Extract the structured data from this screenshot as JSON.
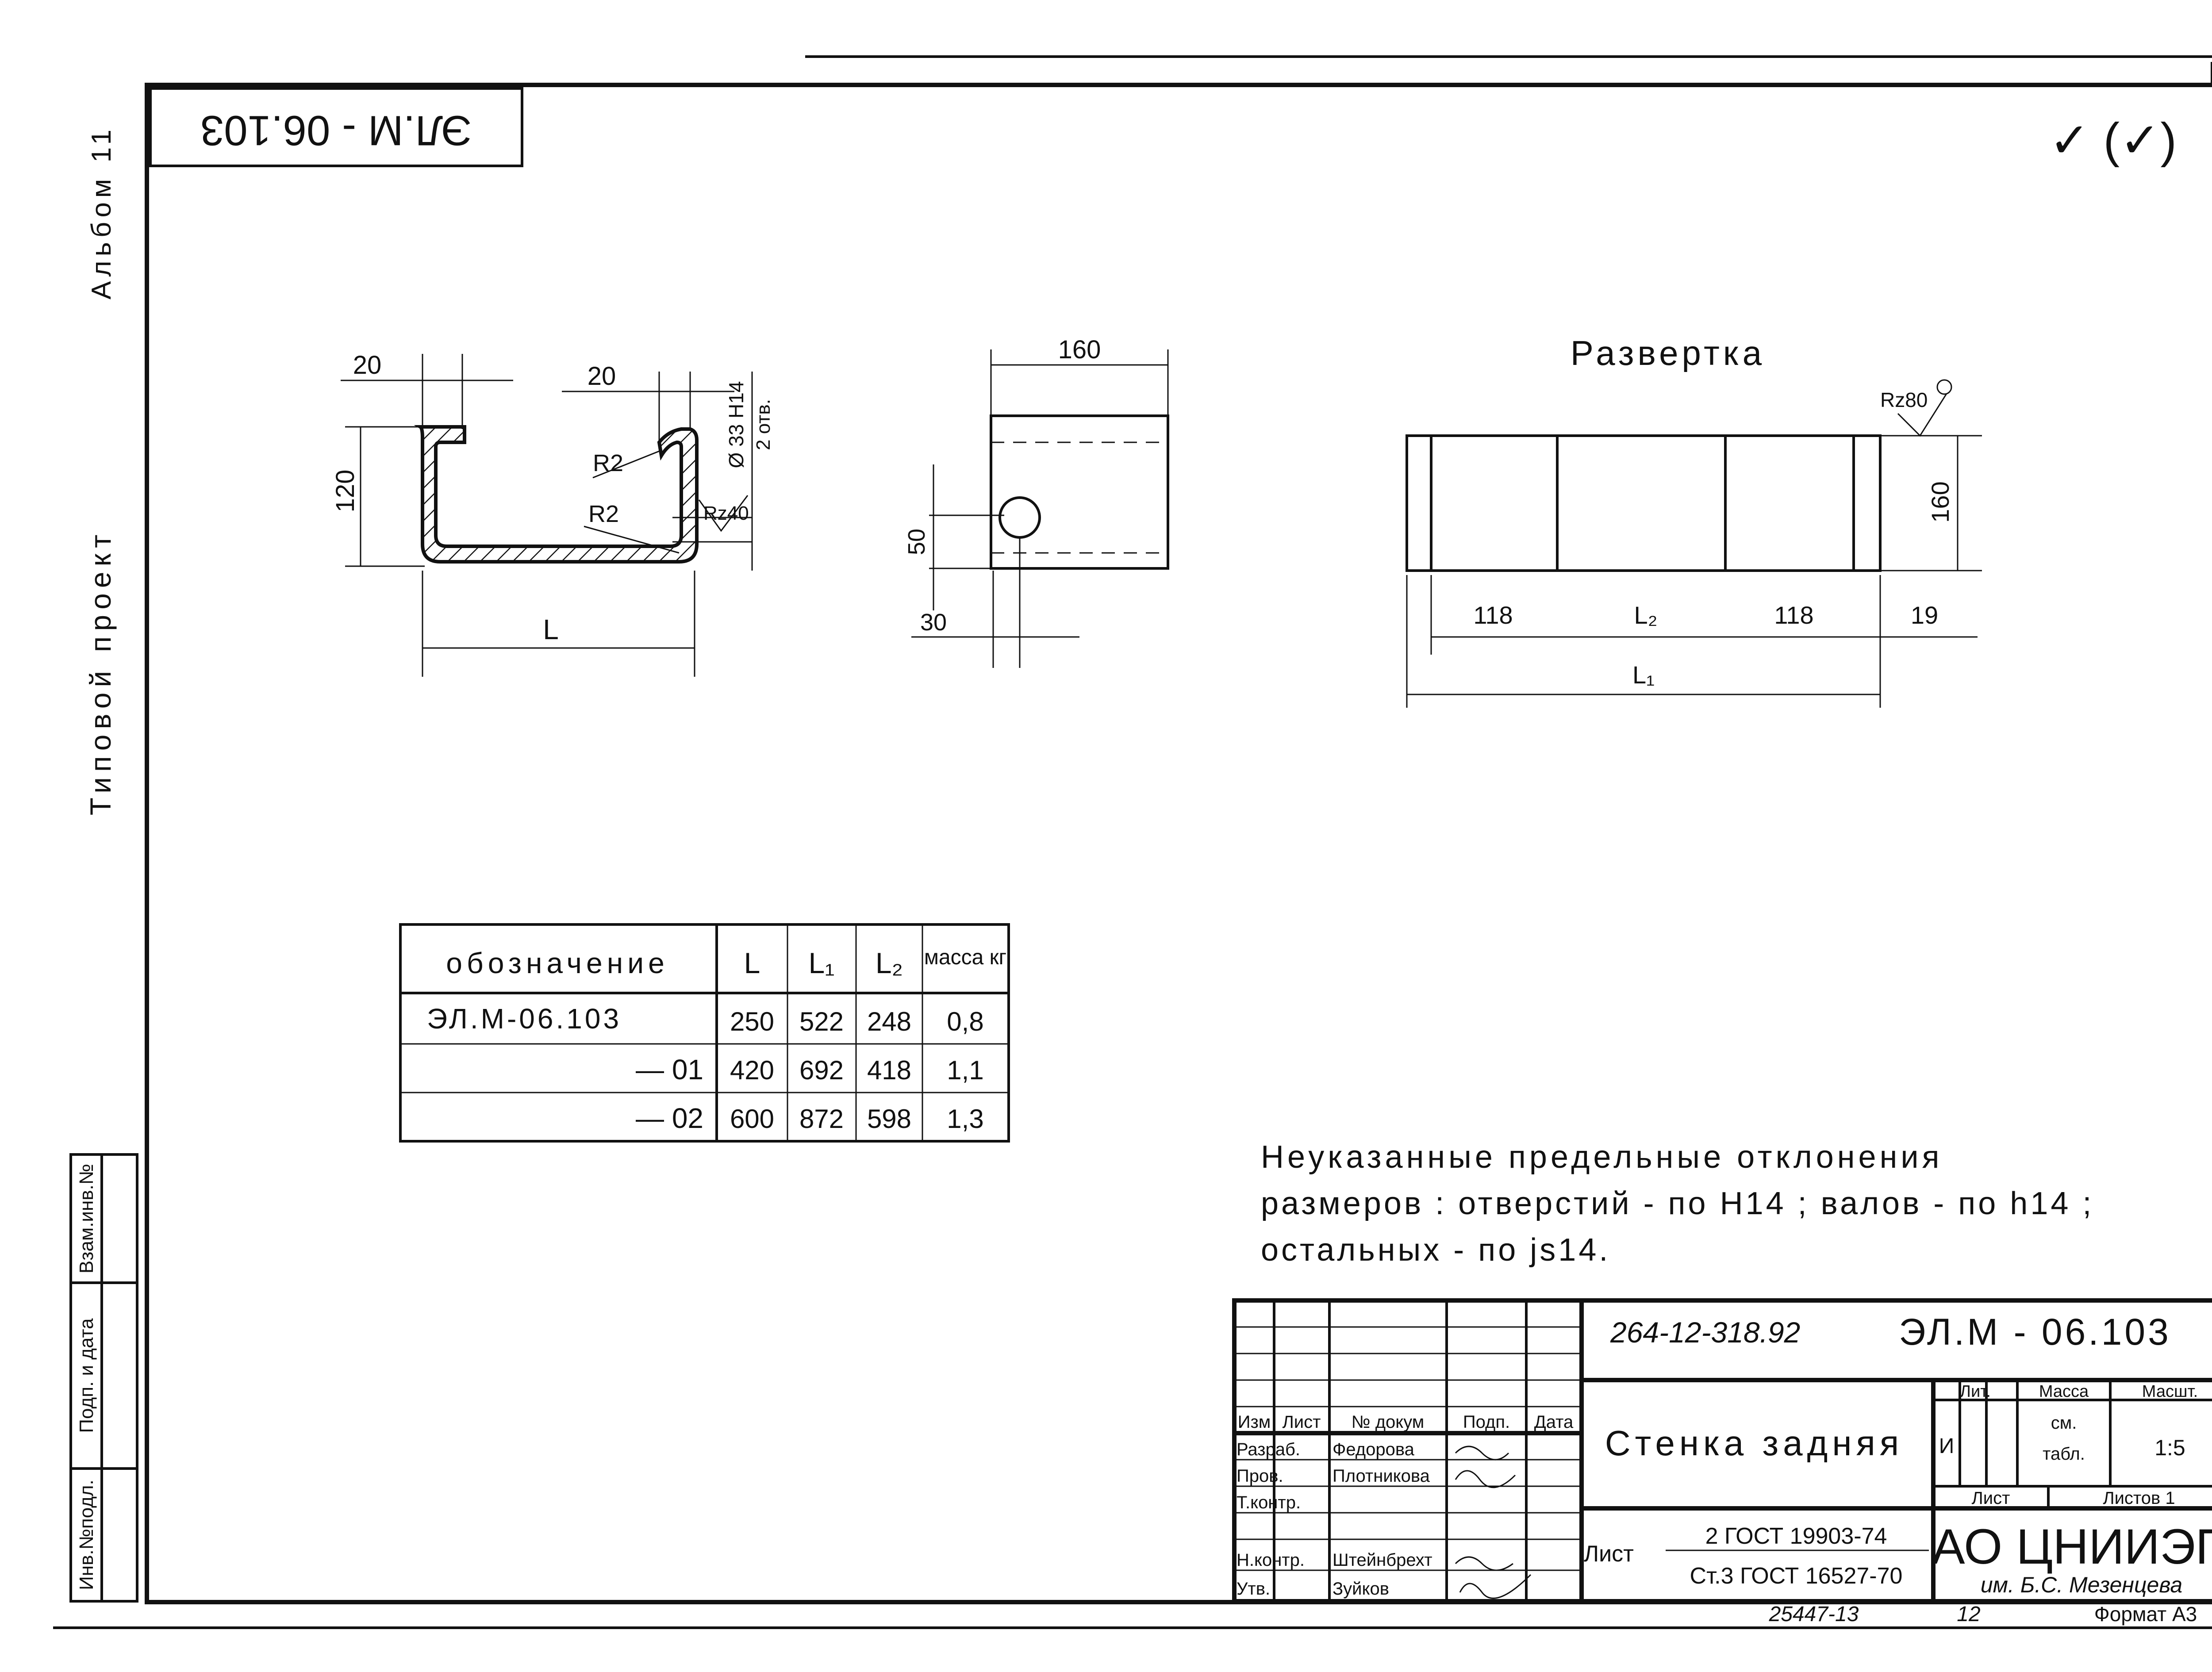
{
  "sheet": {
    "sheet_no": "11",
    "code_rotated": "ЭЛ.М - 06.103",
    "roughness_mark": "✓ (✓)",
    "side_album": "Альбом 11",
    "side_project": "Типовой проект"
  },
  "left_stamp": {
    "cells": [
      "Инв.№подл.",
      "Подп. и дата",
      "Взам.инв.№"
    ]
  },
  "drawing": {
    "profile": {
      "dim_flange_left": "20",
      "dim_flange_right": "20",
      "dim_height": "120",
      "r_inner": "R2",
      "r_outer": "R2",
      "hole_note": "Ø 33 H14",
      "hole_count": "2 отв.",
      "roughness": "Rz40",
      "dim_length": "L"
    },
    "side_view": {
      "dim_width": "160",
      "dim_hole_height": "50",
      "dim_hole_offset": "30"
    },
    "development": {
      "title": "Развертка",
      "roughness": "Rz80",
      "dim_height": "160",
      "dim_seg1": "118",
      "dim_l2": "L₂",
      "dim_seg3": "118",
      "dim_end": "19",
      "dim_l1": "L₁"
    }
  },
  "table": {
    "headers": [
      "обозначение",
      "L",
      "L₁",
      "L₂",
      "масса кг"
    ],
    "rows": [
      [
        "ЭЛ.М-06.103",
        "250",
        "522",
        "248",
        "0,8"
      ],
      [
        "— 01",
        "420",
        "692",
        "418",
        "1,1"
      ],
      [
        "— 02",
        "600",
        "872",
        "598",
        "1,3"
      ]
    ]
  },
  "notes": {
    "line1": "Неуказанные предельные отклонения",
    "line2": "размеров : отверстий - по Н14 ; валов - по h14 ;",
    "line3": "остальных - по js14."
  },
  "title_block": {
    "project_code": "264-12-318.92",
    "doc_code": "ЭЛ.М - 06.103",
    "headers": [
      "Изм",
      "Лист",
      "№ докум",
      "Подп.",
      "Дата"
    ],
    "roles": [
      {
        "role": "Разраб.",
        "name": "Федорова"
      },
      {
        "role": "Пров.",
        "name": "Плотникова"
      },
      {
        "role": "Т.контр.",
        "name": ""
      },
      {
        "role": "Н.контр.",
        "name": "Штейнбрехт"
      },
      {
        "role": "Утв.",
        "name": "Зуйков"
      }
    ],
    "part_name": "Стенка задняя",
    "lit_label": "Лит.",
    "mass_label": "Масса",
    "scale_label": "Масшт.",
    "lit_value": "И",
    "mass_value_1": "см.",
    "mass_value_2": "табл.",
    "scale_value": "1:5",
    "sheet_label": "Лист",
    "sheets_label": "Листов 1",
    "material_label": "Лист",
    "material_line1": "2 ГОСТ 19903-74",
    "material_line2": "Ст.3 ГОСТ 16527-70",
    "org_name": "АО ЦНИИЭП",
    "org_sub": "им. Б.С. Мезенцева",
    "footer_code": "25447-13",
    "footer_page": "12",
    "format_label": "Формат А3"
  }
}
